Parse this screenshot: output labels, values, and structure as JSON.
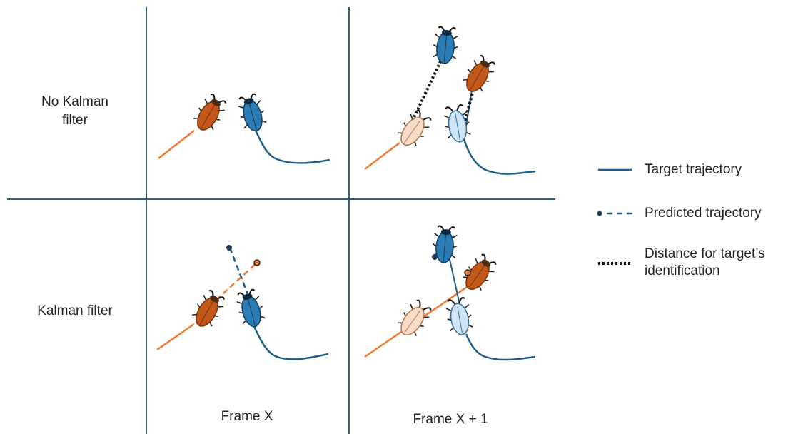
{
  "rows": {
    "top_label": "No Kalman\nfilter",
    "bottom_label": "Kalman filter"
  },
  "columns": {
    "frame_x": "Frame X",
    "frame_x1": "Frame X + 1"
  },
  "legend": {
    "target": "Target trajectory",
    "predicted": "Predicted trajectory",
    "distance": "Distance for target’s identification"
  },
  "colors": {
    "grid": "#2f5f7f",
    "blue_track": "#1f5f85",
    "orange_track": "#ee7a33",
    "beetle_orange": "#c2581a",
    "beetle_blue": "#2b7bb4",
    "beetle_light_blue": "#cfe4f4",
    "beetle_light_orange": "#f6dcc9"
  }
}
